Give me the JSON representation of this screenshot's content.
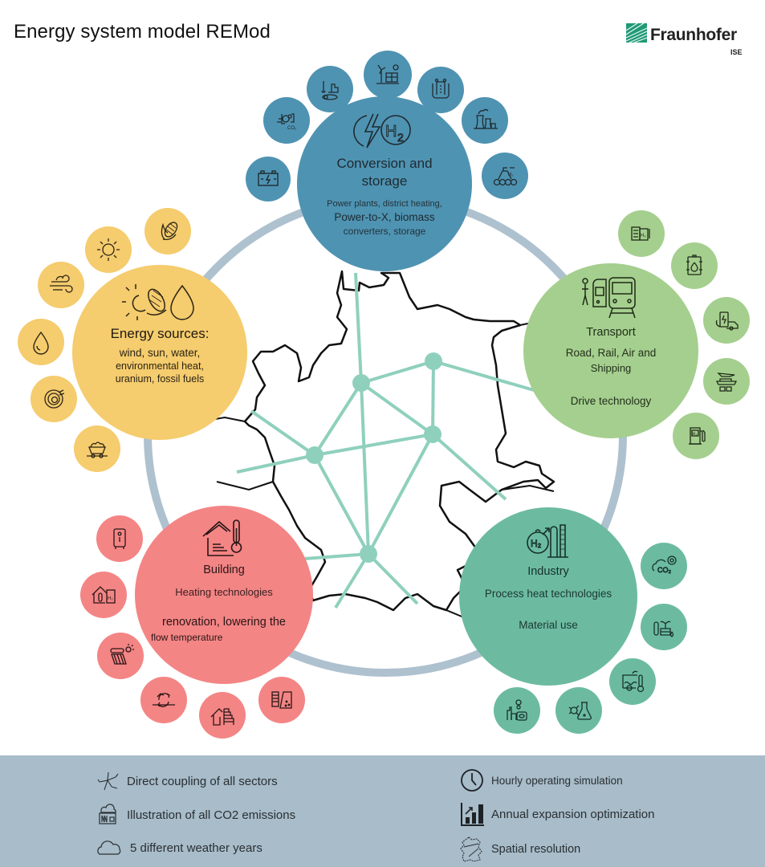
{
  "header": {
    "title": "Energy system model REMod",
    "logo_name": "Fraunhofer",
    "logo_sub": "ISE"
  },
  "colors": {
    "conversion": "#4f93b2",
    "energy_sources": "#f5cc6e",
    "transport": "#a5cf8e",
    "building": "#f48585",
    "industry": "#6cbba1",
    "ring": "#aec1cf",
    "network": "#8fd0bd",
    "footer_bg": "#a8bcc9",
    "logo_green": "#1f9a75"
  },
  "sectors": {
    "conversion": {
      "title_line1": "Conversion and",
      "title_line2": "storage",
      "line1": "Power plants, district heating,",
      "line2": "Power-to-X, biomass",
      "line3": "converters, storage",
      "main_icons": [
        "lightning-icon",
        "hydrogen-h2-icon"
      ],
      "satellites": [
        "battery-icon",
        "co2-capture-icon",
        "biomass-plant-icon",
        "wind-solar-icon",
        "electrolyzer-icon",
        "power-plant-icon",
        "hydrogen-storage-icon"
      ]
    },
    "energy_sources": {
      "title": "Energy sources:",
      "line1": "wind, sun, water,",
      "line2": "environmental heat,",
      "line3": "uranium, fossil fuels",
      "main_icons": [
        "sun-icon",
        "corn-icon",
        "water-drop-icon"
      ],
      "satellites": [
        "corn-icon",
        "sun-icon",
        "wind-icon",
        "water-drop-icon",
        "uranium-icon",
        "coal-cart-icon"
      ]
    },
    "transport": {
      "title": "Transport",
      "line1": "Road, Rail, Air and",
      "line2": "Shipping",
      "line3": "Drive technology",
      "main_icons": [
        "cyclist-icon",
        "bus-icon",
        "train-icon"
      ],
      "satellites": [
        "h2-truck-icon",
        "fuel-barrel-icon",
        "ev-charging-icon",
        "plane-ship-icon",
        "h2-fuel-pump-icon"
      ]
    },
    "building": {
      "title": "Building",
      "line1": "Heating technologies",
      "line2": "renovation, lowering the",
      "line3": "flow temperature",
      "main_icons": [
        "house-thermometer-icon"
      ],
      "satellites": [
        "boiler-icon",
        "heat-pump-house-icon",
        "solar-thermal-icon",
        "heat-recovery-icon",
        "house-insulation-icon",
        "wall-insulation-icon"
      ]
    },
    "industry": {
      "title": "Industry",
      "line1": "Process heat technologies",
      "line2": "Material use",
      "main_icons": [
        "h2-industry-icon"
      ],
      "satellites": [
        "co2-cloud-icon",
        "biomass-material-icon",
        "process-heat-icon",
        "chemistry-icon",
        "factory-icon"
      ]
    }
  },
  "footer": {
    "items": [
      {
        "icon": "sector-coupling-icon",
        "label": "Direct coupling of all sectors"
      },
      {
        "icon": "co2-factory-icon",
        "label": "Illustration of all CO2 emissions"
      },
      {
        "icon": "cloud-icon",
        "label": "5 different weather years"
      },
      {
        "icon": "clock-icon",
        "label": "Hourly operating simulation"
      },
      {
        "icon": "bar-chart-icon",
        "label": "Annual expansion optimization"
      },
      {
        "icon": "germany-map-icon",
        "label": "Spatial resolution"
      }
    ]
  }
}
